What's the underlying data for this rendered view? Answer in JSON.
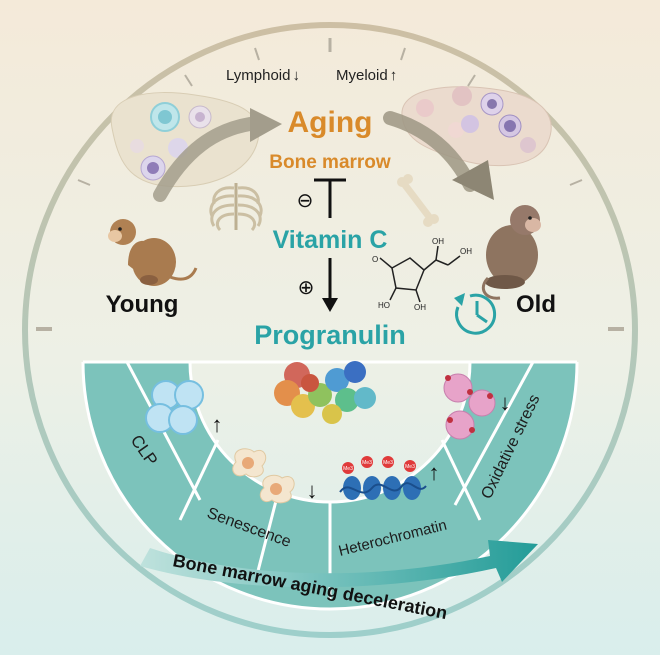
{
  "header": {
    "lymphoid": "Lymphoid",
    "lymphoid_arrow": "↓",
    "myeloid": "Myeloid",
    "myeloid_arrow": "↑"
  },
  "center": {
    "aging": "Aging",
    "bone_marrow": "Bone marrow",
    "inhibit_symbol": "⊖",
    "vitamin_c": "Vitamin C",
    "promote_symbol": "⊕",
    "progranulin": "Progranulin"
  },
  "sides": {
    "young": "Young",
    "old": "Old"
  },
  "molecule_labels": {
    "oh": "OH",
    "o": "O",
    "ho": "HO"
  },
  "segments": {
    "clp": "CLP",
    "senescence": "Senescence",
    "heterochromatin": "Heterochromatin",
    "oxidative_stress": "Oxidative stress",
    "clp_arrow": "↑",
    "senescence_arrow": "↓",
    "heterochromatin_arrow": "↑",
    "oxidative_arrow": "↓",
    "histone_mark": "Me3"
  },
  "footer": {
    "banner": "Bone marrow aging deceleration"
  },
  "colors": {
    "aging_orange": "#d98a2a",
    "teal": "#2aa3a6",
    "segment_fill": "#7cc3bb",
    "segment_border": "#ffffff",
    "ring": "#c8c3b3"
  }
}
